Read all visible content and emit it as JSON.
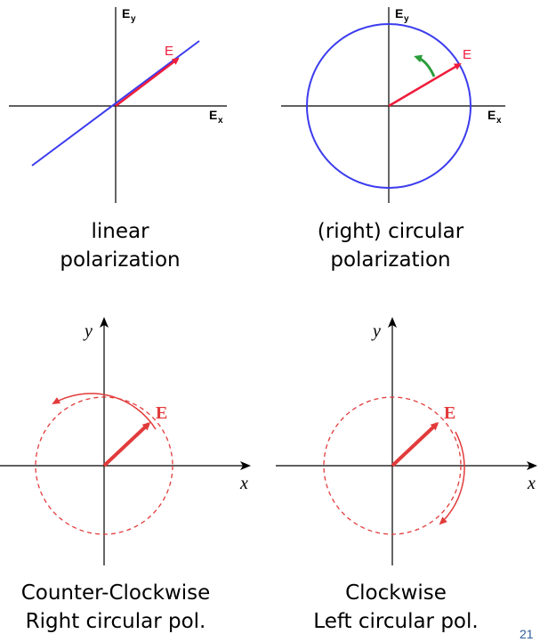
{
  "colors": {
    "field_vector": "#ee1c3b",
    "linear_line": "#3b3bee",
    "circle": "#3b3bee",
    "rotation_arrow": "#2a9d3a",
    "dashed_circle": "#e23b3b",
    "axis": "#000000",
    "slide_number": "#2e5c9a"
  },
  "panels": {
    "linear": {
      "axis_y": "E",
      "axis_y_sub": "y",
      "axis_x": "E",
      "axis_x_sub": "x",
      "vector_label": "E",
      "caption_line1": "linear",
      "caption_line2": "polarization"
    },
    "circular": {
      "axis_y": "E",
      "axis_y_sub": "y",
      "axis_x": "E",
      "axis_x_sub": "x",
      "vector_label": "E",
      "caption_line1": "(right) circular",
      "caption_line2": "polarization"
    },
    "ccw": {
      "axis_y": "y",
      "axis_x": "x",
      "vector_label": "E",
      "caption_line1": "Counter-Clockwise",
      "caption_line2": "Right circular pol."
    },
    "cw": {
      "axis_y": "y",
      "axis_x": "x",
      "vector_label": "E",
      "caption_line1": "Clockwise",
      "caption_line2": "Left circular pol."
    }
  },
  "slide_number": "21"
}
